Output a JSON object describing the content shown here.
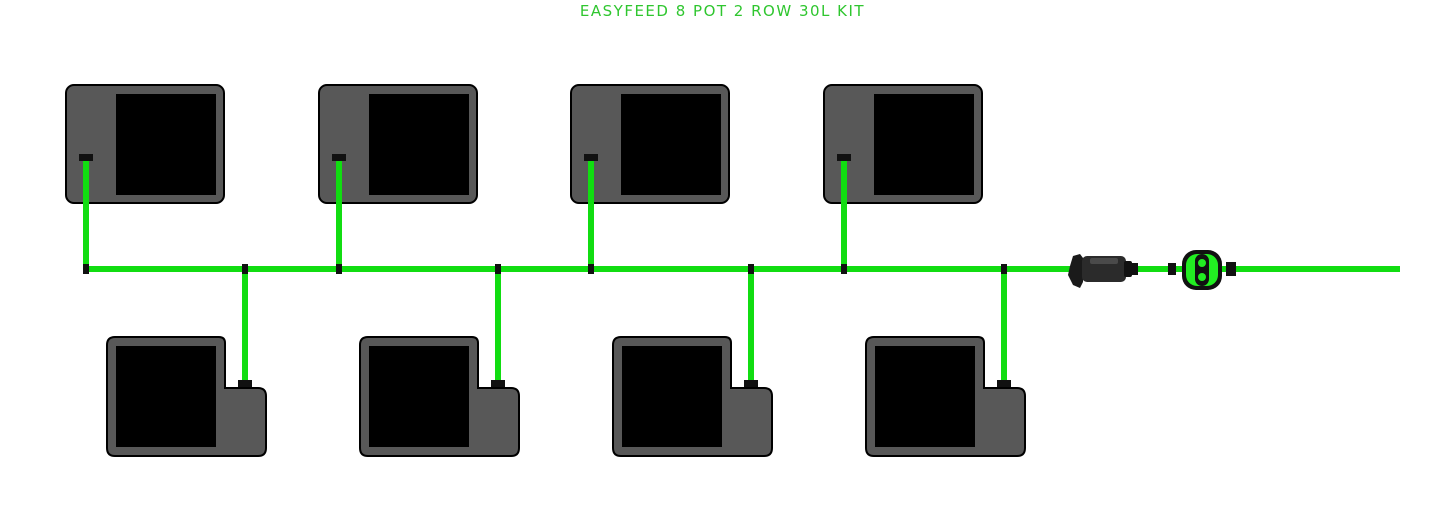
{
  "title": "EASYFEED 8 POT 2 ROW 30L KIT",
  "colors": {
    "tube": "#11dd11",
    "title": "#2fc62f",
    "pot_body": "#585858",
    "pot_soil": "#000000",
    "fitting": "#111111",
    "valve_body": "#22ee22"
  },
  "layout": {
    "pot_rows": 2,
    "pots_per_row": 4,
    "pot_count": 8
  },
  "icons": {
    "filter": "inline-filter-icon",
    "valve": "feed-valve-icon"
  }
}
